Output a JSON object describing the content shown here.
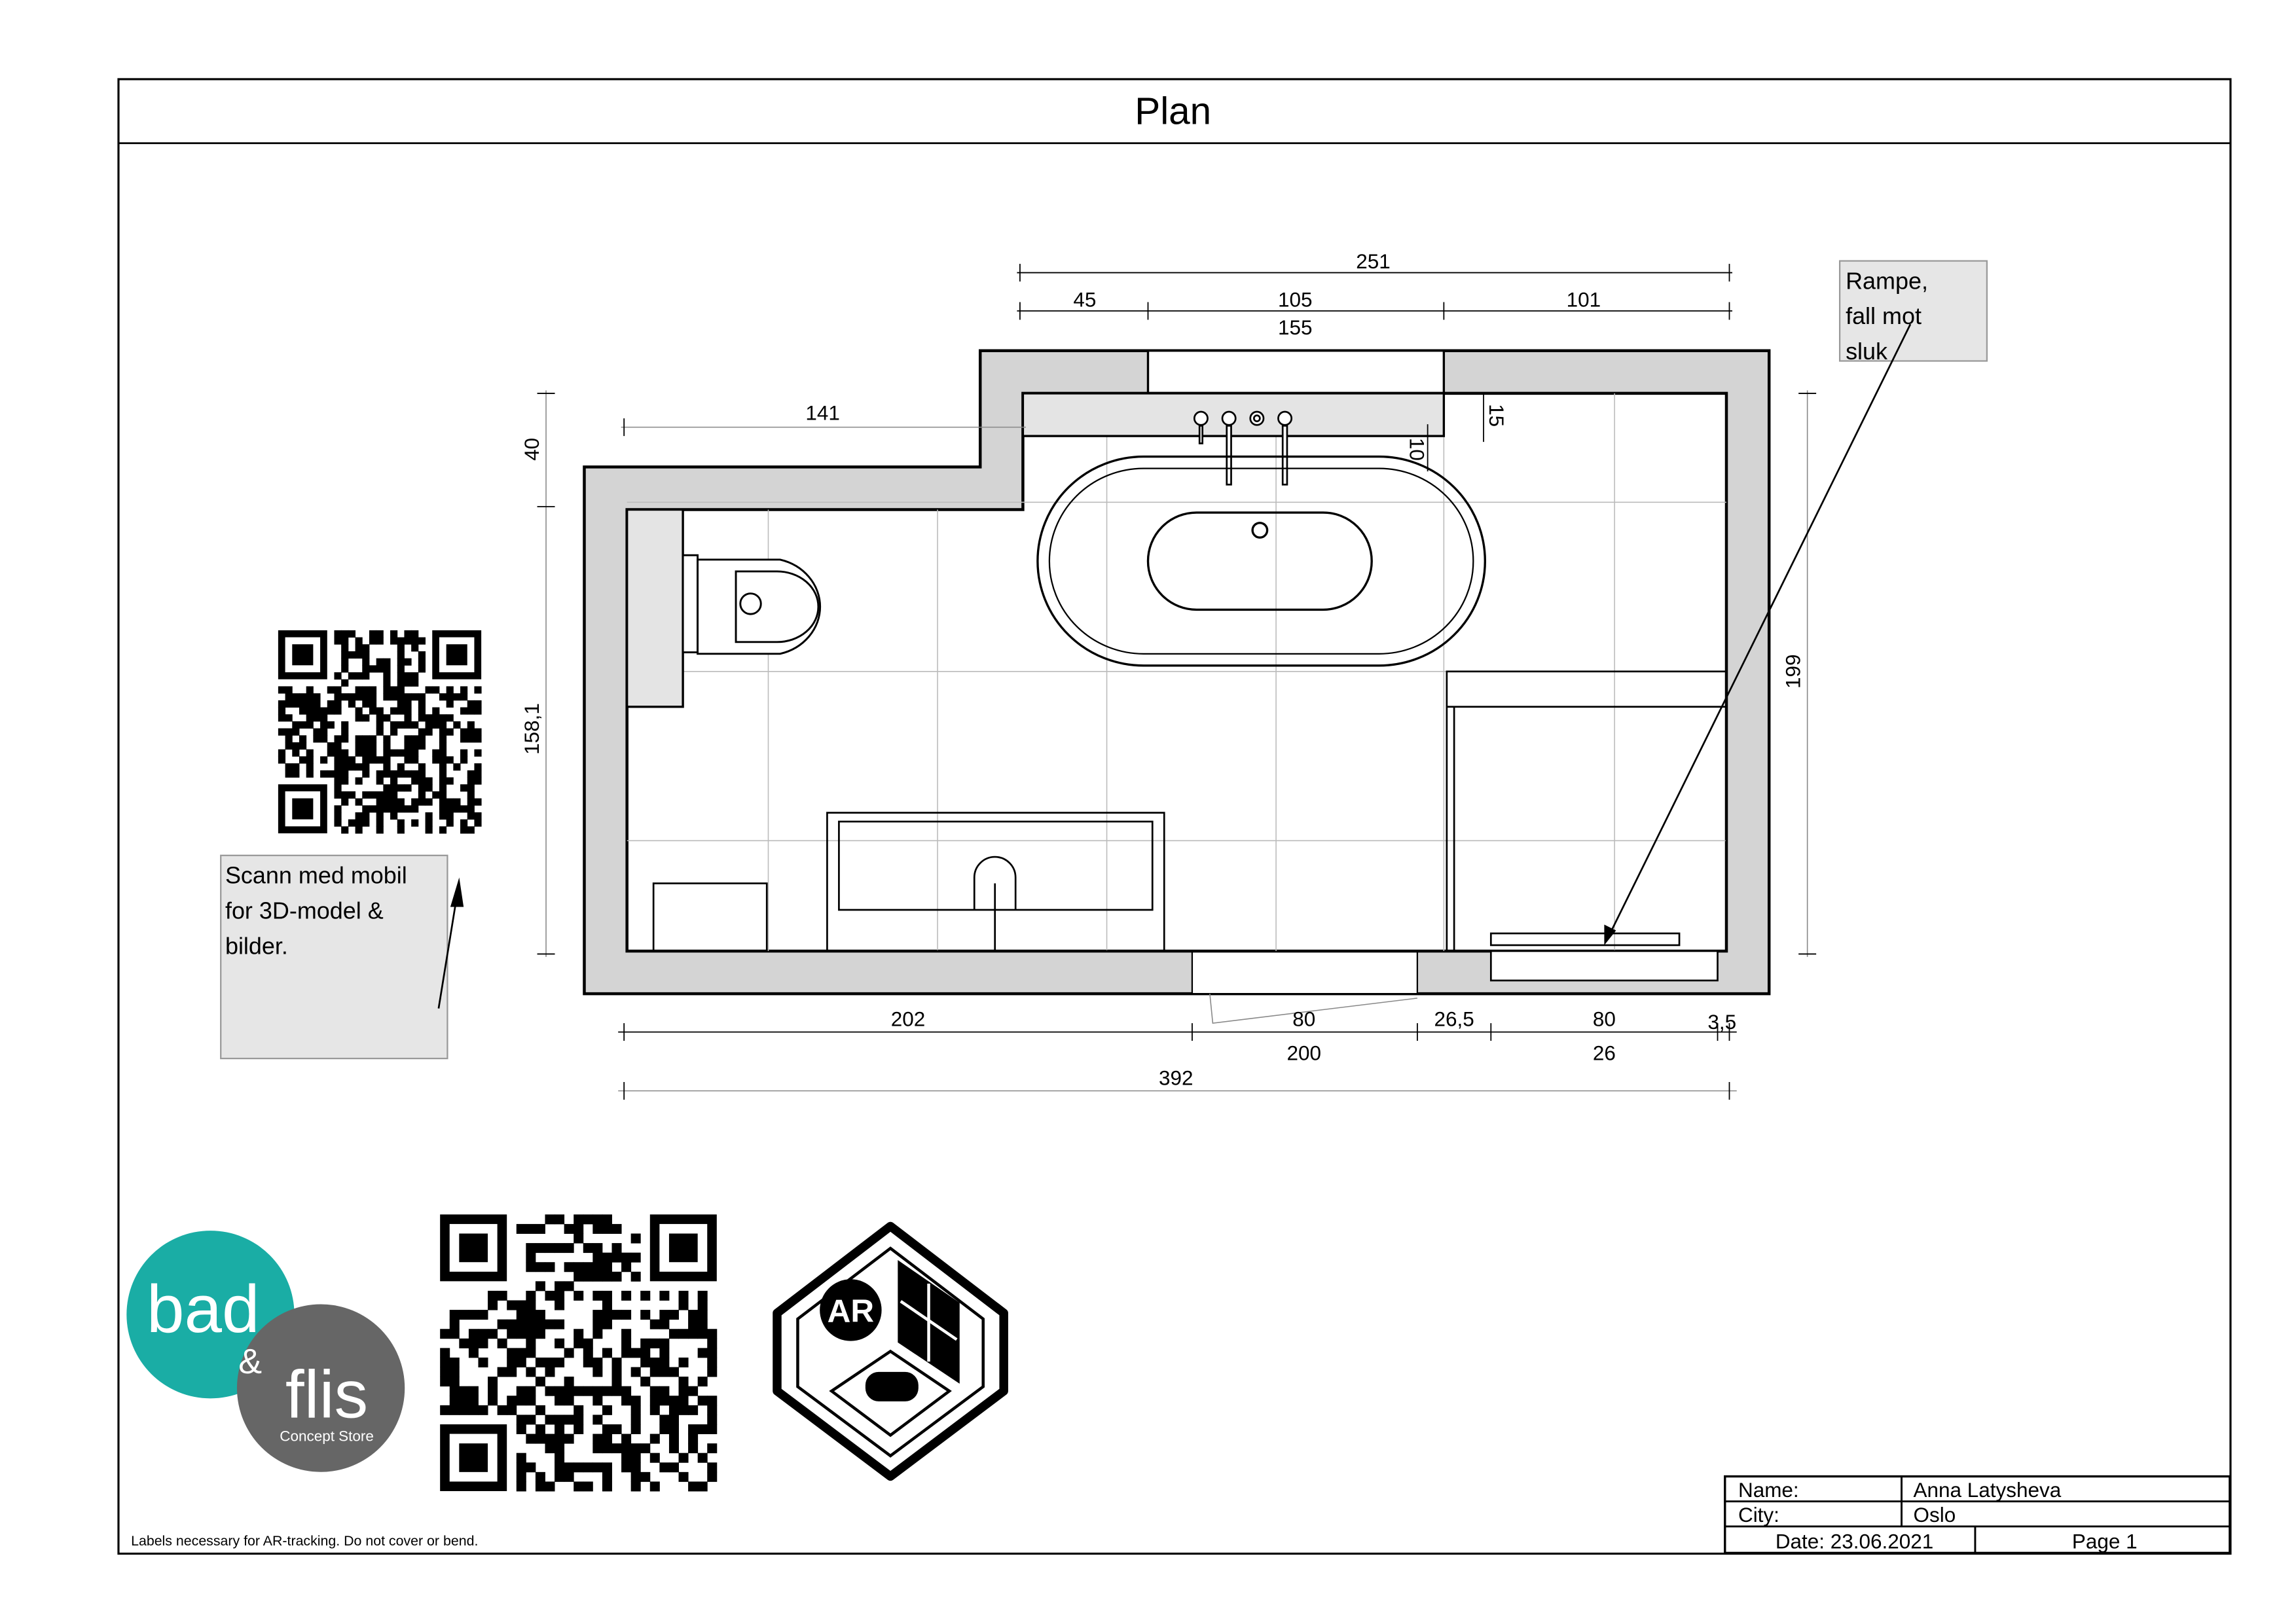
{
  "title": "Plan",
  "dimensions": {
    "top_total": "251",
    "top_segments": [
      "45",
      "105",
      "101"
    ],
    "top_sub": "155",
    "left_wall": "141",
    "left_vertical_top": "40",
    "left_vertical_main": "158,1",
    "right_vertical": "199",
    "bottom_segments": [
      "202",
      "80",
      "26,5",
      "80",
      "3,5"
    ],
    "bottom_sub": [
      "200",
      "26"
    ],
    "bottom_total": "392",
    "tap_offset": "10",
    "wall_offset": "15"
  },
  "notes": {
    "drain": [
      "Rampe,",
      "fall mot",
      "sluk"
    ],
    "scan": [
      "Scann med mobil",
      "for 3D-model &",
      "bilder."
    ]
  },
  "logo": {
    "line1": "bad",
    "amp": "&",
    "line2": "flis",
    "tagline": "Concept Store",
    "teal": "#1aada5",
    "gray": "#666666"
  },
  "ar_badge": "AR",
  "footer_note": "Labels necessary for AR-tracking. Do not cover or bend.",
  "title_block": {
    "name_label": "Name:",
    "name_value": "Anna Latysheva",
    "city_label": "City:",
    "city_value": "Oslo",
    "date": "Date: 23.06.2021",
    "page": "Page 1"
  },
  "colors": {
    "wall": "#d4d4d4",
    "ledge": "#e4e4e4",
    "note_bg": "#e6e6e6"
  }
}
